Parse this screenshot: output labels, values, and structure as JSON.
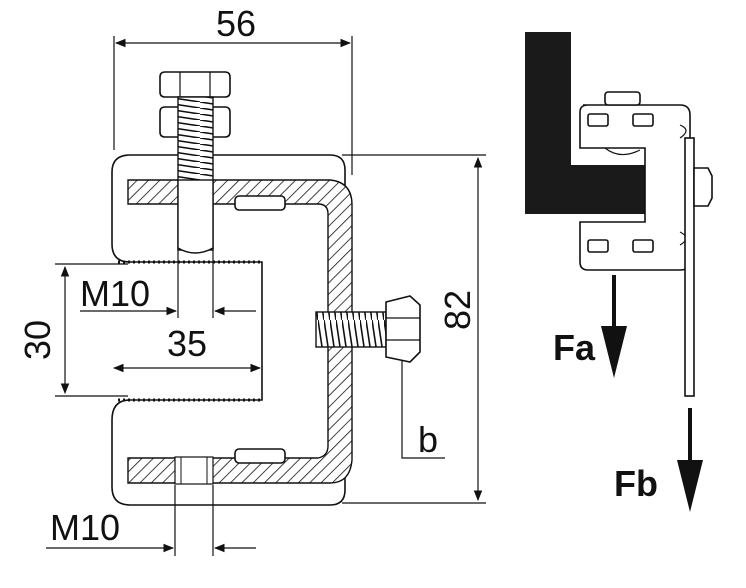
{
  "dimensions": {
    "width": "56",
    "height": "82",
    "opening": "30",
    "depth": "35",
    "thread_top": "M10",
    "thread_bottom": "M10",
    "bolt_length": "b"
  },
  "forces": {
    "fa": "Fa",
    "fb": "Fb"
  },
  "colors": {
    "line": "#111111",
    "fill": "#ffffff",
    "beam": "#1a1a1a"
  }
}
